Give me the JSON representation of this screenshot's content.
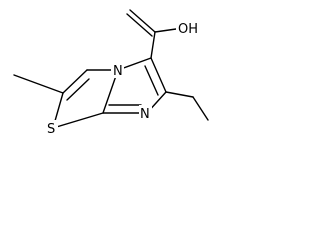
{
  "molecule": {
    "atoms": {
      "oh": "OH",
      "nitrogen_ring": "N",
      "nitrogen_imine": "N",
      "sulfur": "S"
    }
  }
}
